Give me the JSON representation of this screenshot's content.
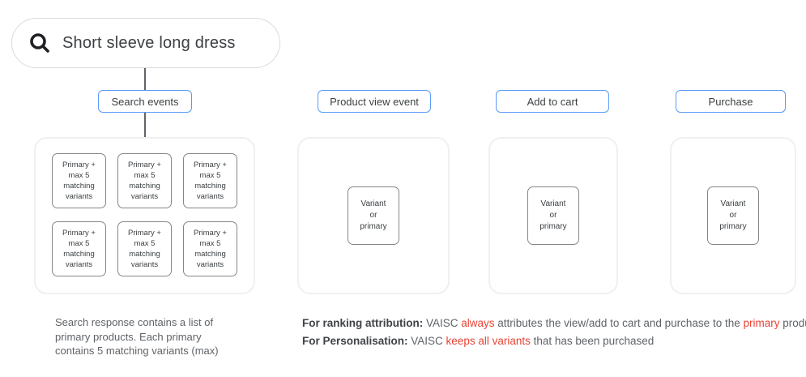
{
  "search_bar": {
    "query": "Short sleeve long dress",
    "icon": "search-icon"
  },
  "columns": [
    {
      "label": "Search events",
      "boxes": [
        "Primary +\nmax 5\nmatching\nvariants",
        "Primary +\nmax 5\nmatching\nvariants",
        "Primary +\nmax 5\nmatching\nvariants",
        "Primary +\nmax 5\nmatching\nvariants",
        "Primary +\nmax 5\nmatching\nvariants",
        "Primary +\nmax 5\nmatching\nvariants"
      ]
    },
    {
      "label": "Product view event",
      "boxes": [
        "Variant\nor\nprimary"
      ]
    },
    {
      "label": "Add to cart",
      "boxes": [
        "Variant\nor\nprimary"
      ]
    },
    {
      "label": "Purchase",
      "boxes": [
        "Variant\nor\nprimary"
      ]
    }
  ],
  "notes": {
    "left": "Search response contains a list of\nprimary products. Each primary\ncontains 5 matching variants (max)",
    "ranking": [
      {
        "text": "For ranking attribution:",
        "style": "bold"
      },
      {
        "text": " VAISC ",
        "style": "normal"
      },
      {
        "text": "always",
        "style": "red"
      },
      {
        "text": " attributes the view/add to cart and purchase to the ",
        "style": "normal"
      },
      {
        "text": "primary",
        "style": "red"
      },
      {
        "text": " product.",
        "style": "normal"
      }
    ],
    "personalisation": [
      {
        "text": "For Personalisation:",
        "style": "bold"
      },
      {
        "text": " VAISC ",
        "style": "normal"
      },
      {
        "text": "keeps all variants",
        "style": "red"
      },
      {
        "text": " that has been purchased",
        "style": "normal"
      }
    ]
  },
  "colors": {
    "accent_blue": "#5b9bf7",
    "alert_red": "#ea4335",
    "container_border": "#eef0f2",
    "box_border": "#82878c",
    "text_dark": "#3c4043",
    "text_gray": "#5f6368"
  }
}
